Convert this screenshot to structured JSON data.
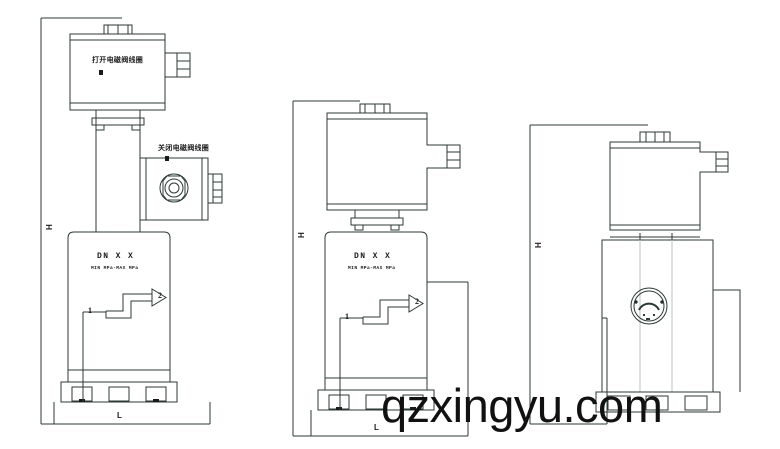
{
  "page": {
    "kind": "technical-drawing",
    "title": "Solenoid valve dimensional drawings",
    "background": "#ffffff",
    "line_color": "#2b3a33",
    "text_color": "#1a1a1a"
  },
  "watermark": {
    "text": "qzxingyu.com",
    "color": "#111111"
  },
  "figures": [
    {
      "id": "figure-left",
      "name": "dual-coil-solenoid-valve",
      "labels": {
        "coil_open": "打开电磁阀线圈",
        "coil_close": "关闭电磁阀线圈",
        "dn": "DN X X",
        "pressure": "MIN  MPa-MAX   MPa",
        "port_in": "1",
        "port_out": "2",
        "dim_height": "H",
        "dim_length": "L"
      }
    },
    {
      "id": "figure-middle",
      "name": "single-coil-solenoid-valve",
      "labels": {
        "dn": "DN X X",
        "pressure": "MIN  MPa-MAX   MPa",
        "port_in": "1",
        "port_out": "2",
        "dim_height": "H",
        "dim_length": "L"
      }
    },
    {
      "id": "figure-right",
      "name": "flanged-solenoid-valve",
      "labels": {
        "dim_height": "H",
        "gauge": "dial-indicator"
      }
    }
  ]
}
